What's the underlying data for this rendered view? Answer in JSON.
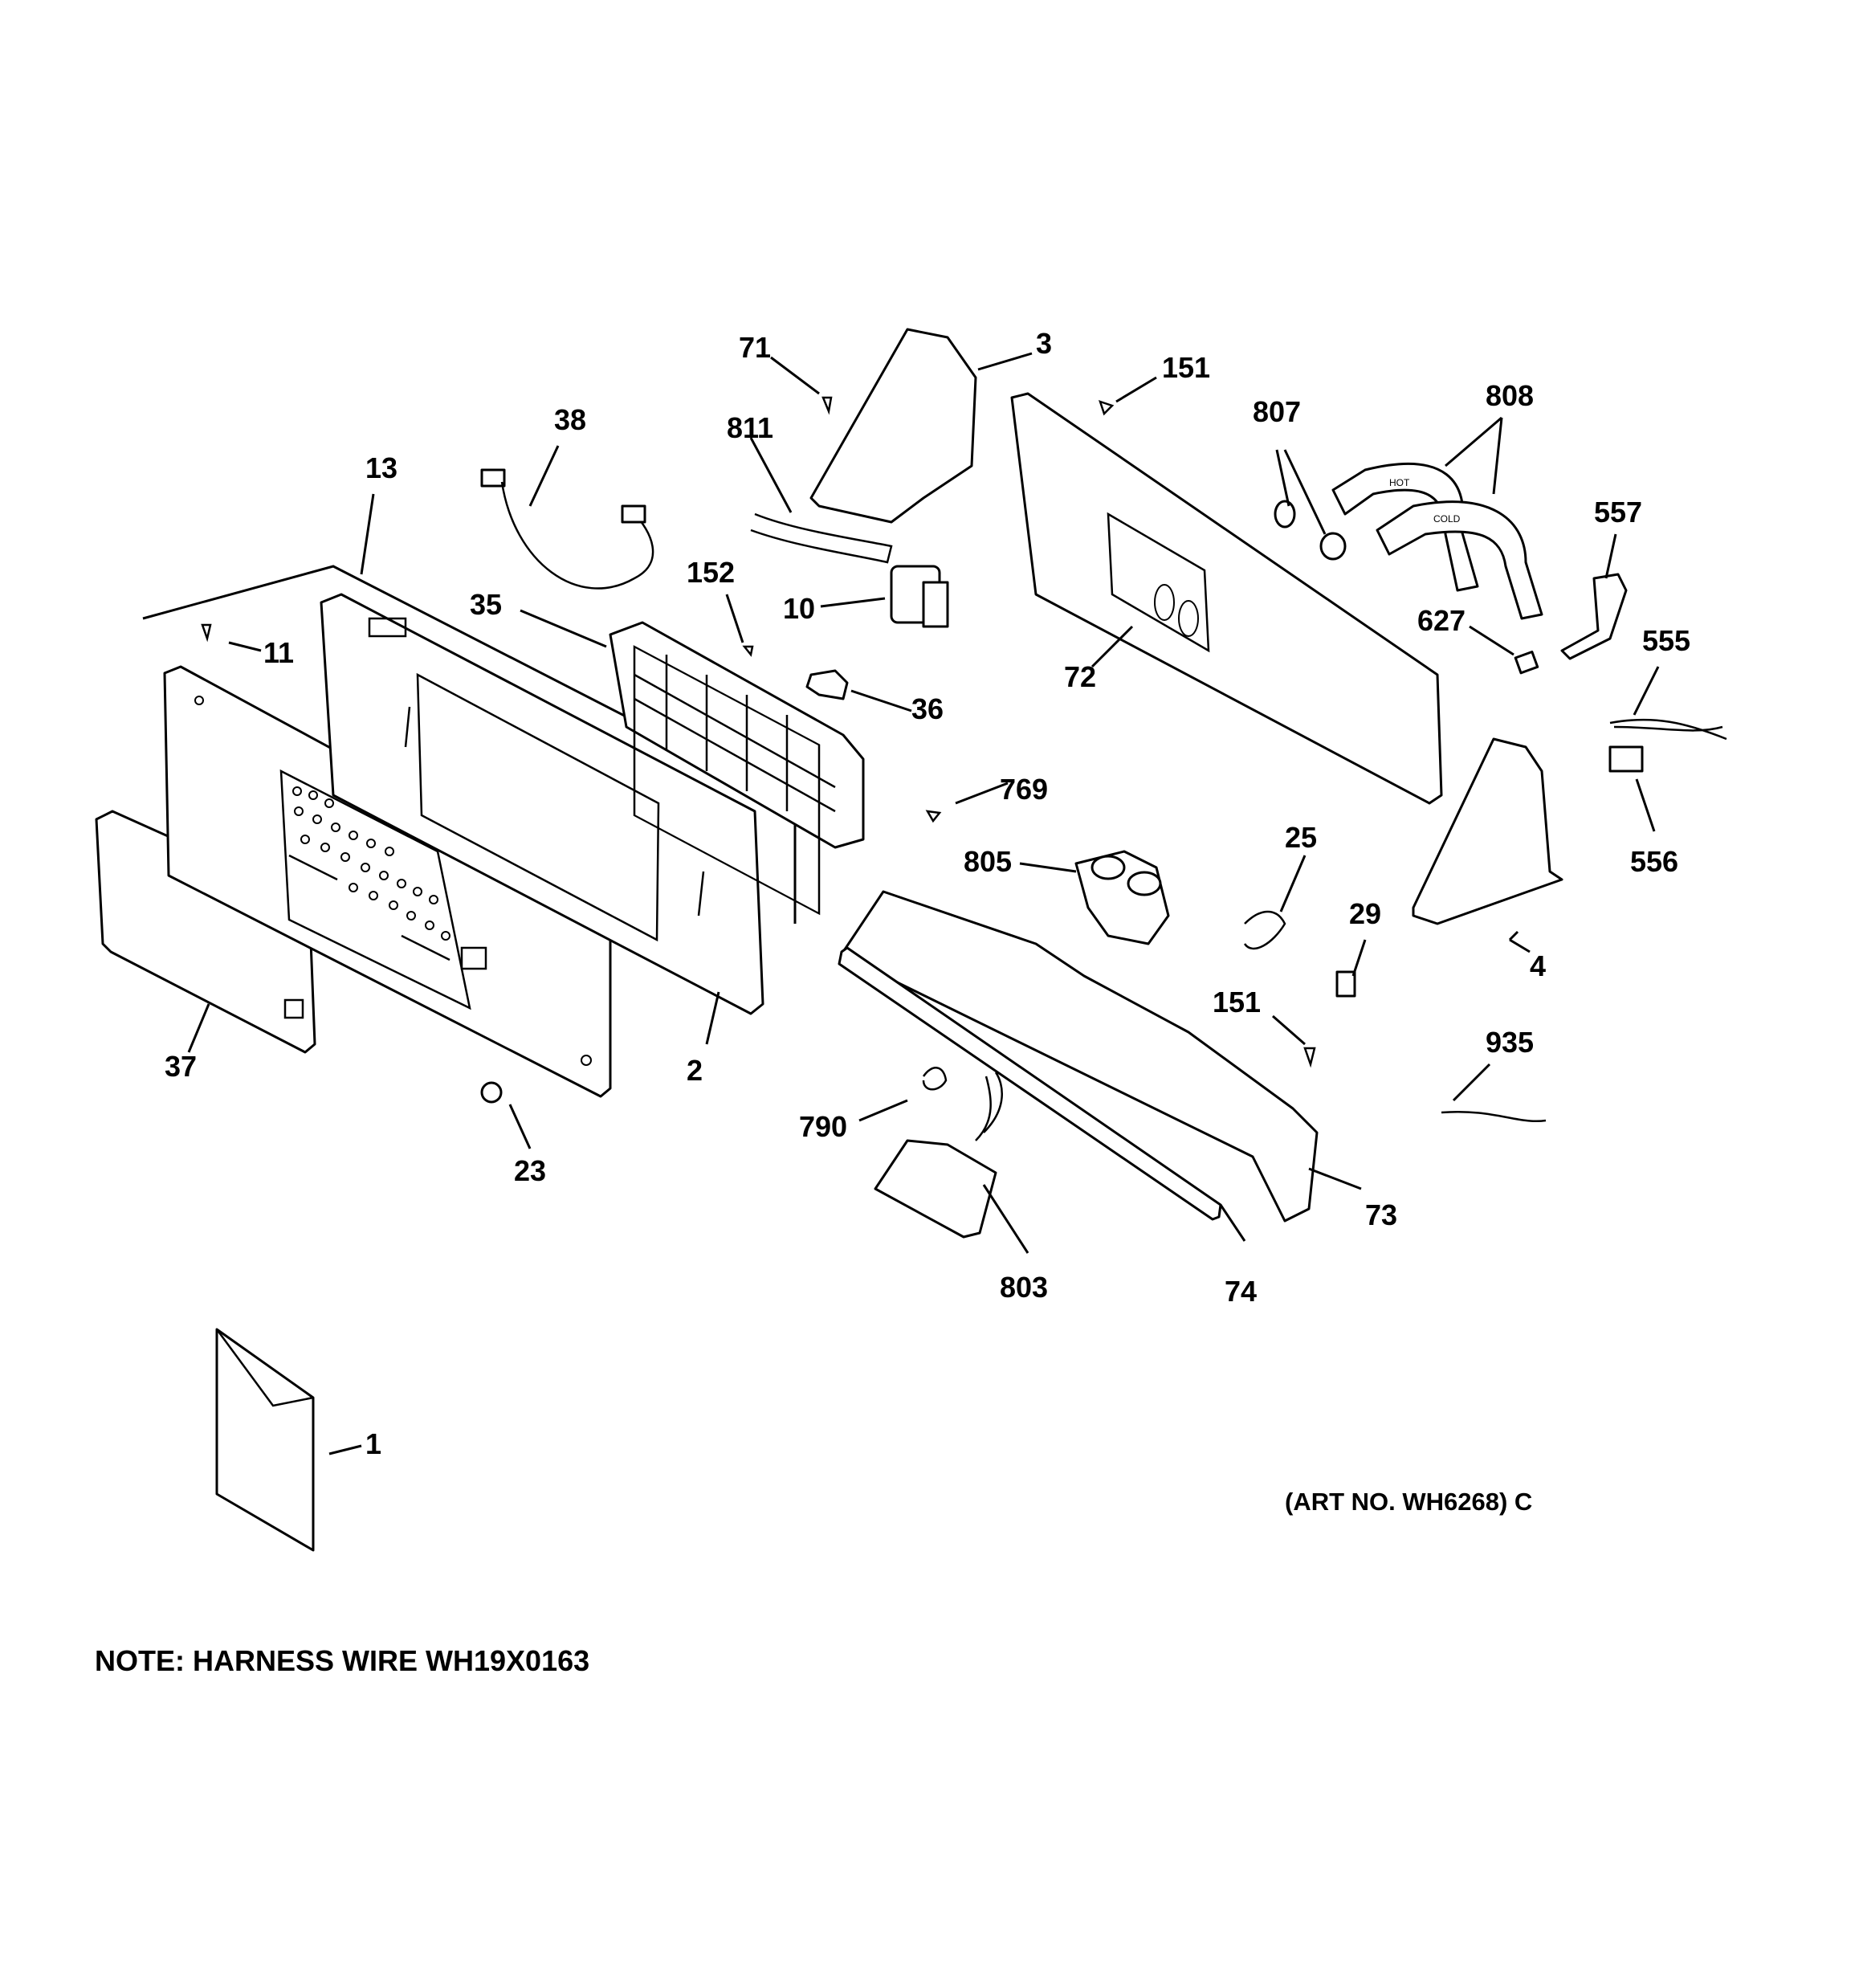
{
  "callouts": {
    "p1": "1",
    "p2": "2",
    "p3": "3",
    "p4": "4",
    "p10": "10",
    "p11": "11",
    "p13": "13",
    "p23": "23",
    "p25": "25",
    "p29": "29",
    "p35": "35",
    "p36": "36",
    "p37": "37",
    "p38": "38",
    "p71": "71",
    "p72": "72",
    "p73": "73",
    "p74": "74",
    "p151a": "151",
    "p151b": "151",
    "p152": "152",
    "p555": "555",
    "p556": "556",
    "p557": "557",
    "p627": "627",
    "p769": "769",
    "p790": "790",
    "p803": "803",
    "p805": "805",
    "p807": "807",
    "p808": "808",
    "p811": "811",
    "p935": "935"
  },
  "hose_labels": {
    "hot": "HOT",
    "cold": "COLD"
  },
  "art_number": "(ART NO. WH6268) C",
  "note": "NOTE: HARNESS WIRE WH19X0163"
}
